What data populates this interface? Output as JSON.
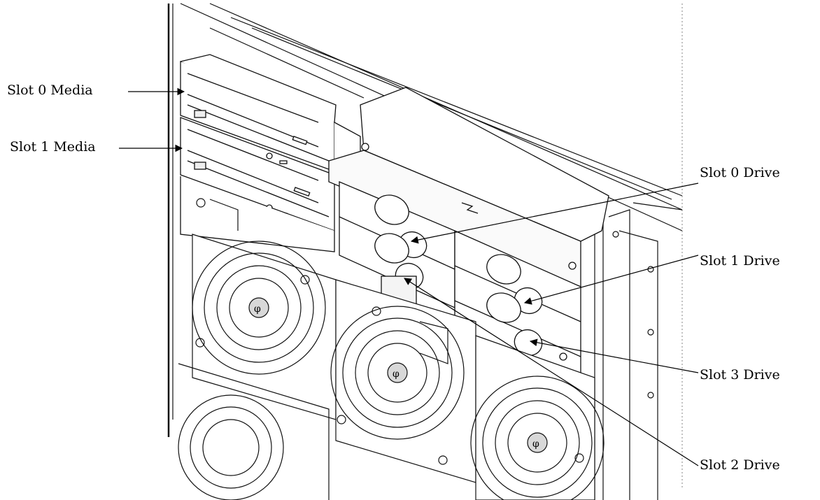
{
  "diagram": {
    "callouts": {
      "slot0_media": "Slot 0 Media",
      "slot1_media": "Slot 1 Media",
      "slot0_drive": "Slot 0 Drive",
      "slot1_drive": "Slot 1 Drive",
      "slot3_drive": "Slot 3 Drive",
      "slot2_drive": "Slot 2 Drive"
    },
    "colors": {
      "line": "#111111",
      "fill": "#ffffff",
      "shade": "#d8d8d8"
    },
    "icons": [
      "hp-logo-icon",
      "fan-icon",
      "arrow-head-icon"
    ]
  }
}
